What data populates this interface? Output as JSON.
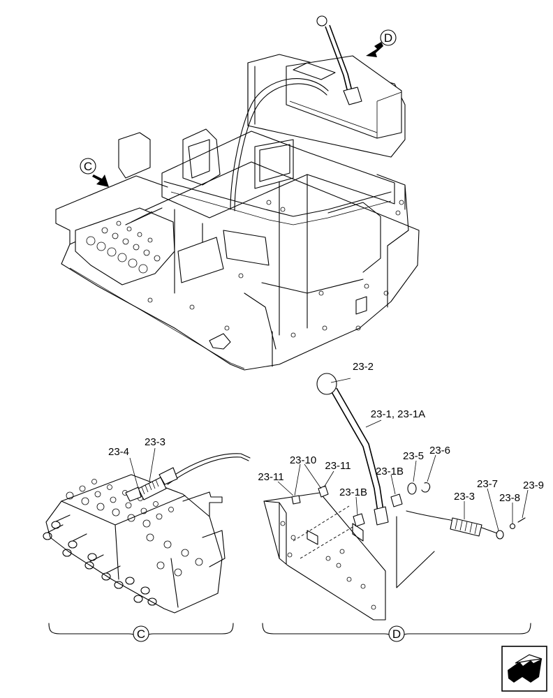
{
  "views": {
    "main": {
      "callout_c": "C",
      "callout_d": "D"
    },
    "detail_c": {
      "labels": [
        "23-4",
        "23-3"
      ],
      "bracket_label": "C"
    },
    "detail_d": {
      "labels": [
        "23-2",
        "23-1, 23-1A",
        "23-10",
        "23-11",
        "23-11",
        "23-1B",
        "23-1B",
        "23-5",
        "23-6",
        "23-7",
        "23-3",
        "23-8",
        "23-9"
      ],
      "bracket_label": "D"
    }
  },
  "nav_icon": "page-turn-arrow-icon"
}
